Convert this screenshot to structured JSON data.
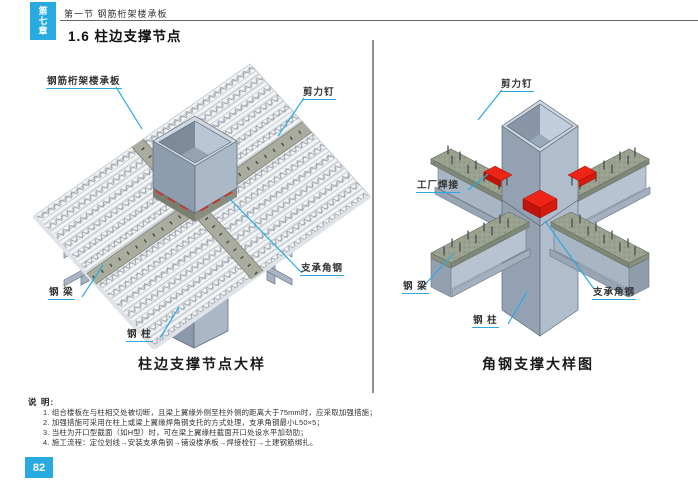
{
  "header": {
    "chapter_tab": "第七章",
    "section_label": "第一节 钢筋桁架楼承板",
    "heading": "1.6 柱边支撑节点"
  },
  "figure_left": {
    "caption": "柱边支撑节点大样",
    "labels": {
      "deck": "钢筋桁架楼承板",
      "shear_stud": "剪力钉",
      "support_angle": "支承角钢",
      "steel_beam": "钢 梁",
      "steel_column": "钢 柱"
    }
  },
  "figure_right": {
    "caption": "角钢支撑大样图",
    "labels": {
      "shear_stud": "剪力钉",
      "factory_weld": "工厂焊接",
      "steel_beam": "钢 梁",
      "support_angle": "支承角钢",
      "steel_column": "钢 柱"
    }
  },
  "notes": {
    "title": "说 明:",
    "items": [
      "1. 组合楼板在与柱相交处被切断，且梁上翼缘外侧至柱外侧的距离大于75mm时，应采取加强措施；",
      "2. 加强措施可采用在柱上或梁上翼缘焊角钢支托的方式处理，支承角钢最小L50×5；",
      "3. 当柱为开口型截面（如H型）时，可在梁上翼缘柱截面开口处设水平加劲肋；",
      "4. 施工流程：定位划线→安装支承角钢→铺设楼承板→焊接栓钉→土建钢筋绑扎。"
    ]
  },
  "footer": {
    "page_number": "82"
  },
  "colors": {
    "accent_blue": "#29ABE2",
    "callout_line": "#29ABE2",
    "weld_red": "#E8281E",
    "deck_strip_green": "#A9AC9E"
  }
}
